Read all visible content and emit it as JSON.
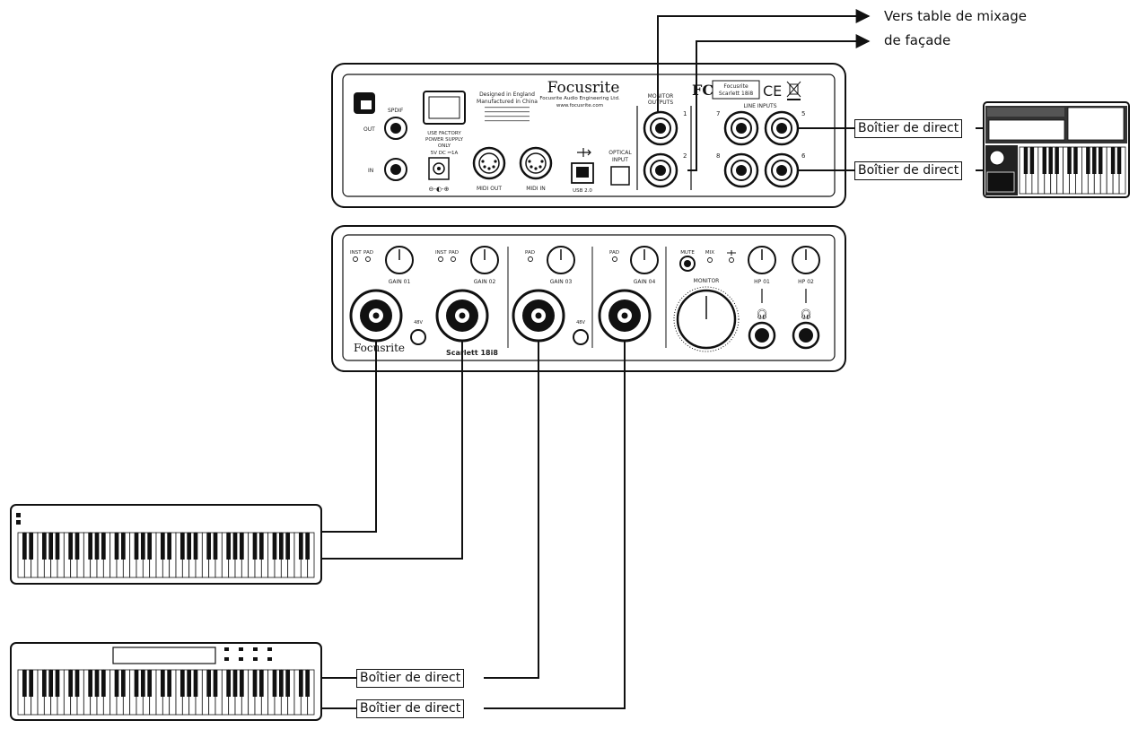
{
  "annotations": {
    "mix_line1": "Vers table de mixage",
    "mix_line2": "de façade"
  },
  "di_box_label": "Boîtier de direct",
  "rear_panel": {
    "brand": "Focusrite",
    "brand_sub": "Focusrite Audio Engineering Ltd.",
    "website": "www.focusrite.com",
    "designed_line1": "Designed in England",
    "designed_line2": "Manufactured in China",
    "power_line1": "USE FACTORY",
    "power_line2": "POWER SUPPLY",
    "power_line3": "ONLY",
    "power_rating": "5V DC ⎓1A",
    "spdif_out": "OUT",
    "spdif_in": "IN",
    "spdif_label": "SPDIF",
    "midi_out": "MIDI OUT",
    "midi_in": "MIDI IN",
    "usb_label": "USB 2.0",
    "optical_line1": "OPTICAL",
    "optical_line2": "INPUT",
    "monitor_line1": "MONITOR",
    "monitor_line2": "OUTPUTS",
    "line_inputs": "LINE INPUTS",
    "model_line1": "Focusrite",
    "model_line2": "Scarlett 18i8",
    "ce": "CE",
    "out_num_1": "1",
    "out_num_2": "2",
    "in_num_5": "5",
    "in_num_6": "6",
    "in_num_7": "7",
    "in_num_8": "8"
  },
  "front_panel": {
    "inst": "INST",
    "pad": "PAD",
    "gain_01": "GAIN 01",
    "gain_02": "GAIN 02",
    "gain_03": "GAIN 03",
    "gain_04": "GAIN 04",
    "phantom_48v": "48V",
    "brand": "Focusrite",
    "model": "Scarlett 18i8",
    "mute": "MUTE",
    "mix": "MIX",
    "monitor": "MONITOR",
    "hp_01": "HP 01",
    "hp_02": "HP 02"
  }
}
